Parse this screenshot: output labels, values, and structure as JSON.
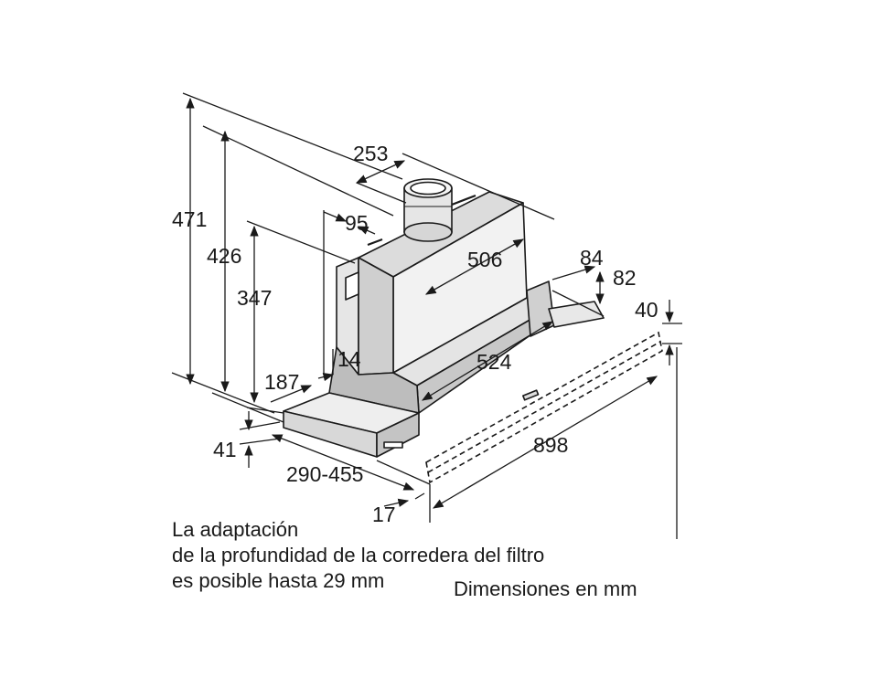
{
  "dimensions": {
    "d471": "471",
    "d426": "426",
    "d347": "347",
    "d253": "253",
    "d95": "95",
    "d506": "506",
    "d84": "84",
    "d82": "82",
    "d40": "40",
    "d14": "14",
    "d187": "187",
    "d524": "524",
    "d41": "41",
    "d898": "898",
    "d290_455": "290-455",
    "d17": "17"
  },
  "note": {
    "line1": "La adaptación",
    "line2": "de la profundidad de la corredera del filtro",
    "line3": "es posible hasta 29 mm"
  },
  "units_caption": "Dimensiones en mm",
  "colors": {
    "line": "#1a1a1a",
    "panel_light": "#ececec",
    "panel_mid": "#d9d9d9",
    "panel_dark": "#bdbdbd"
  }
}
